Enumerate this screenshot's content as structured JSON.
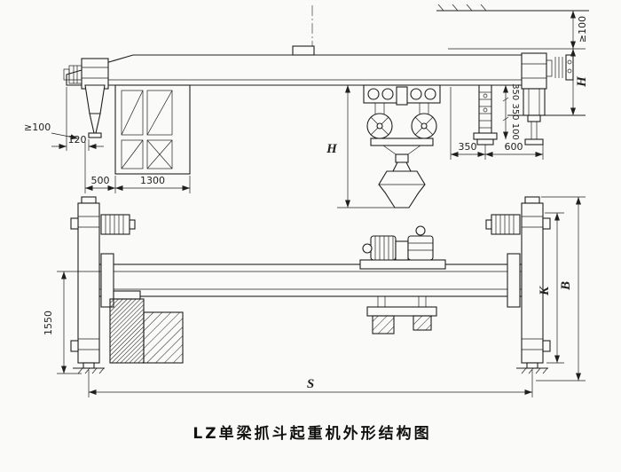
{
  "title": "LZ单梁抓斗起重机外形结构图",
  "colors": {
    "ink": "#1f1f1f",
    "paper": "#fafaf8"
  },
  "dims": {
    "ceilingClearance": "≥100",
    "craneHeightRight": "H",
    "sideClearance": "≥100",
    "railOffset": "120",
    "cabOffset": "500",
    "cabWidth": "1300",
    "liftHeight": "H",
    "hangerStack": "350 350 100",
    "railGap": "350",
    "endOverhang": "600",
    "truckHeight": "1550",
    "span": "S",
    "gaugeK": "K",
    "baseB": "B"
  }
}
